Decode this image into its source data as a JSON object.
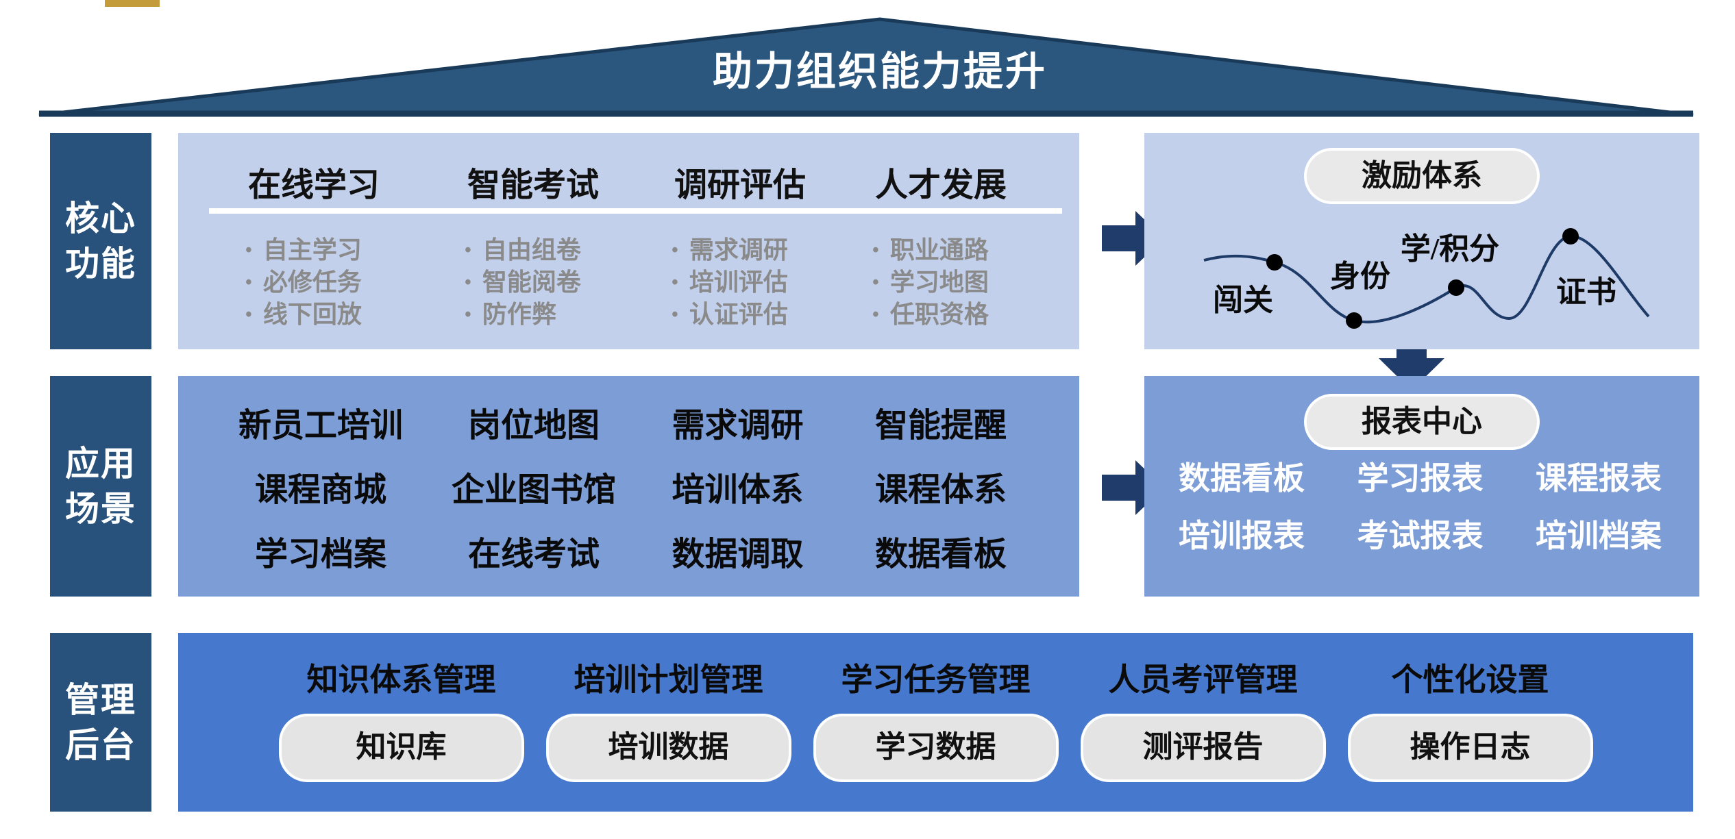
{
  "title": "助力组织能力提升",
  "bullet_char": "•",
  "colors": {
    "roof_navy": "#28527B",
    "arrow_navy": "#1F3C6B",
    "panel_light": "#C2D0EC",
    "panel_medium": "#7D9DD7",
    "panel_strong": "#4678CE",
    "pill_gray": "#E9E9E9",
    "gold_accent": "#C49B3B",
    "bullet_gray": "#8A8A8A"
  },
  "core": {
    "label_line1": "核心",
    "label_line2": "功能",
    "columns": [
      {
        "header": "在线学习",
        "items": [
          "自主学习",
          "必修任务",
          "线下回放"
        ]
      },
      {
        "header": "智能考试",
        "items": [
          "自由组卷",
          "智能阅卷",
          "防作弊"
        ]
      },
      {
        "header": "调研评估",
        "items": [
          "需求调研",
          "培训评估",
          "认证评估"
        ]
      },
      {
        "header": "人才发展",
        "items": [
          "职业通路",
          "学习地图",
          "任职资格"
        ]
      }
    ],
    "incentive": {
      "pill": "激励体系",
      "curve_labels": [
        "闯关",
        "身份",
        "学/积分",
        "证书"
      ]
    }
  },
  "scenarios": {
    "label_line1": "应用",
    "label_line2": "场景",
    "grid": [
      [
        "新员工培训",
        "岗位地图",
        "需求调研",
        "智能提醒"
      ],
      [
        "课程商城",
        "企业图书馆",
        "培训体系",
        "课程体系"
      ],
      [
        "学习档案",
        "在线考试",
        "数据调取",
        "数据看板"
      ]
    ],
    "reports": {
      "pill": "报表中心",
      "rows": [
        [
          "数据看板",
          "学习报表",
          "课程报表"
        ],
        [
          "培训报表",
          "考试报表",
          "培训档案"
        ]
      ]
    }
  },
  "admin": {
    "label_line1": "管理",
    "label_line2": "后台",
    "modules": [
      {
        "header": "知识体系管理",
        "pill": "知识库"
      },
      {
        "header": "培训计划管理",
        "pill": "培训数据"
      },
      {
        "header": "学习任务管理",
        "pill": "学习数据"
      },
      {
        "header": "人员考评管理",
        "pill": "测评报告"
      },
      {
        "header": "个性化设置",
        "pill": "操作日志"
      }
    ]
  }
}
